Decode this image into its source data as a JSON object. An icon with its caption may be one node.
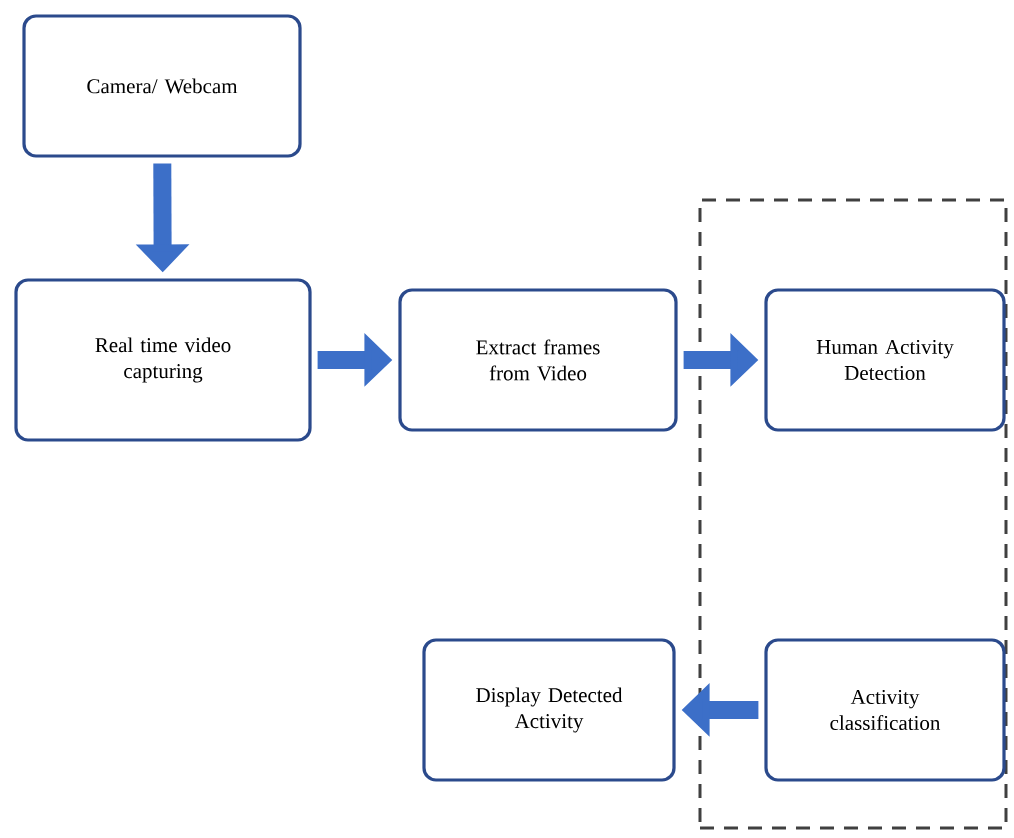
{
  "diagram": {
    "nodes": [
      {
        "text": [
          "Camera/ Webcam"
        ]
      },
      {
        "text": [
          "Real time video capturing"
        ]
      },
      {
        "text": [
          "Extract frames from Video"
        ]
      },
      {
        "text": [],
        "shape": "box"
      },
      {
        "text": [
          "Human Activity Detection"
        ],
        "in": 3
      },
      {
        "text": [
          "Activity classification"
        ],
        "in": 3
      },
      {
        "text": [
          "Display Detected Activity"
        ]
      }
    ],
    "edges": [
      {
        "from": 0,
        "to": 1,
        "arrow": "to"
      },
      {
        "from": 1,
        "to": 2,
        "arrow": "to"
      },
      {
        "from": 2,
        "to": 4,
        "arrow": "to"
      },
      {
        "from": 5,
        "to": 6,
        "arrow": "to"
      }
    ]
  }
}
